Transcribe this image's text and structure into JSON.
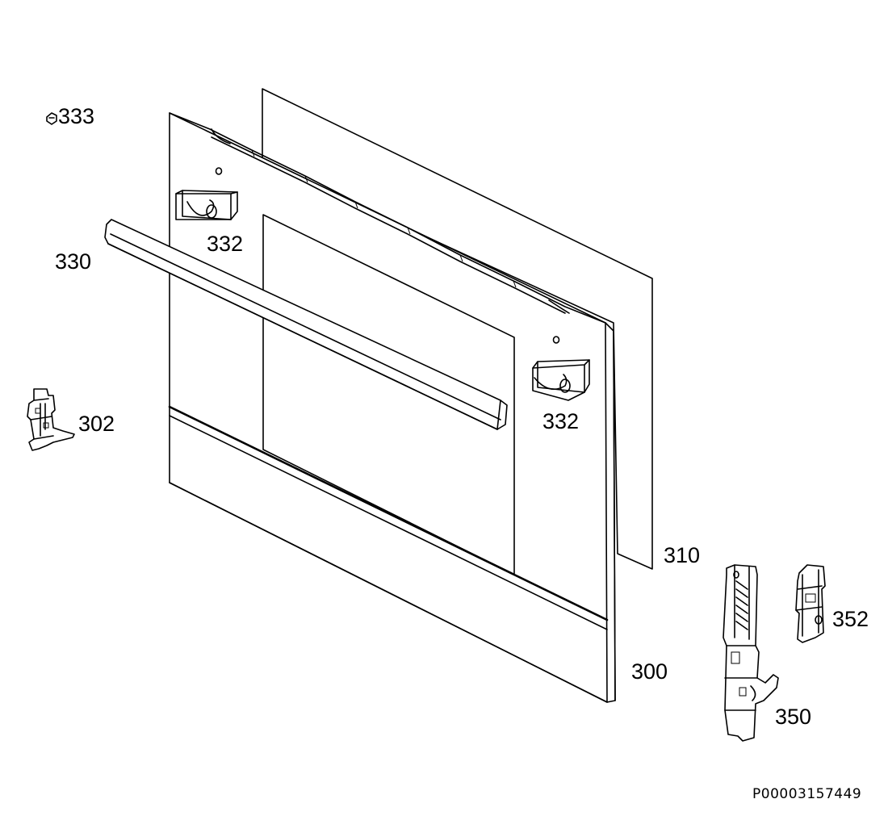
{
  "diagram": {
    "parts": [
      {
        "id": "p333",
        "label": "333",
        "name": "screw"
      },
      {
        "id": "p332a",
        "label": "332",
        "name": "handle-support-left"
      },
      {
        "id": "p330",
        "label": "330",
        "name": "door-handle"
      },
      {
        "id": "p302",
        "label": "302",
        "name": "hinge-receiver"
      },
      {
        "id": "p332b",
        "label": "332",
        "name": "handle-support-right"
      },
      {
        "id": "p310",
        "label": "310",
        "name": "inner-glass-panel"
      },
      {
        "id": "p352",
        "label": "352",
        "name": "hinge-bracket-small"
      },
      {
        "id": "p300",
        "label": "300",
        "name": "door-outer-panel"
      },
      {
        "id": "p350",
        "label": "350",
        "name": "door-hinge"
      }
    ],
    "reference_code": "P00003157449"
  }
}
